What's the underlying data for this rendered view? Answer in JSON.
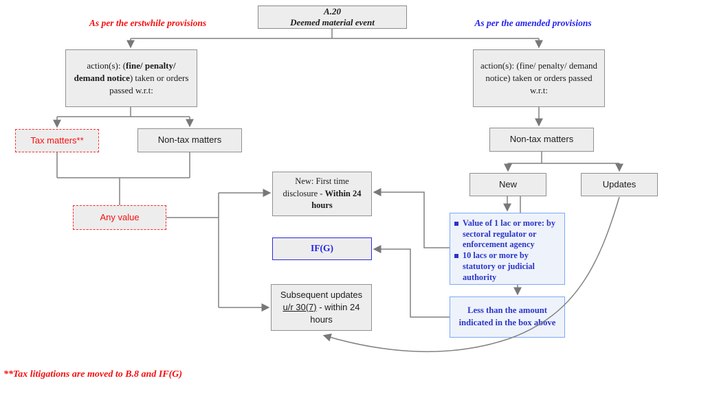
{
  "colors": {
    "red_accent": "#f50f0f",
    "blue_header": "#2222ee",
    "blue_box_text": "#2a35c8",
    "blue_box_border": "#7baaf7",
    "blue_box_fill": "#eef2fb",
    "box_fill": "#ededed",
    "box_border": "#8f8f8f",
    "connector": "#808080"
  },
  "headers": {
    "left": "As per the erstwhile provisions",
    "right": "As per the amended provisions"
  },
  "title_box": {
    "line1": "A.20",
    "line2": "Deemed material event"
  },
  "left_branch": {
    "action_pre": "action(s): (",
    "action_bold": "fine/ penalty/ demand notice",
    "action_post": ") taken or orders passed w.r.t:",
    "tax_matters": "Tax matters**",
    "non_tax_matters": "Non-tax matters",
    "any_value": "Any value"
  },
  "middle": {
    "new_first_time_pre": "New: First time disclosure - ",
    "new_first_time_bold": "Within 24 hours",
    "ifg": "IF(G)",
    "subsequent_pre": "Subsequent updates ",
    "subsequent_underline": "u/r 30(7)",
    "subsequent_post": " - within 24 hours"
  },
  "right_branch": {
    "action_text": "action(s): (fine/ penalty/ demand notice) taken or orders passed w.r.t:",
    "non_tax_matters": "Non-tax matters",
    "new": "New",
    "updates": "Updates",
    "threshold_bullets": [
      "Value of 1 lac or more: by sectoral regulator or enforcement agency",
      "10 lacs or more by statutory or judicial authority"
    ],
    "less_than": "Less than the amount indicated in the box above"
  },
  "footnote": "**Tax litigations are moved to B.8 and IF(G)"
}
